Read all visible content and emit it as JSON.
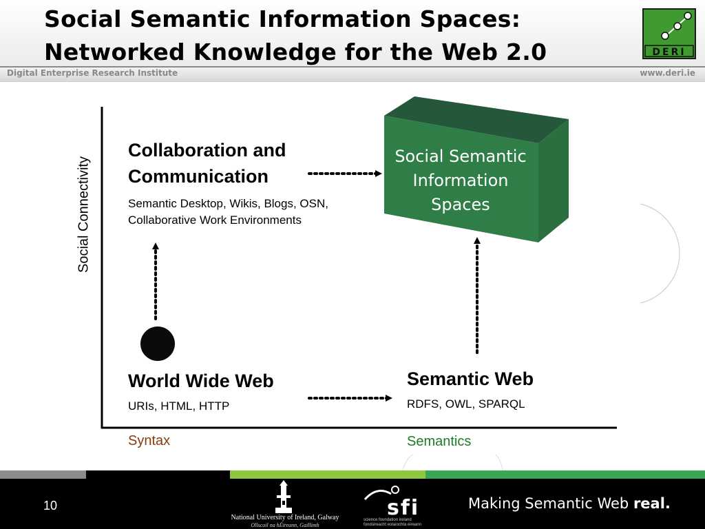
{
  "header": {
    "title_line1": "Social Semantic Information Spaces:",
    "title_line2": "Networked Knowledge for the Web 2.0",
    "institute": "Digital Enterprise Research Institute",
    "url": "www.deri.ie",
    "logo_text": "DERI"
  },
  "diagram": {
    "y_axis_label": "Social Connectivity",
    "x_axis_labels": {
      "left": "Syntax",
      "right": "Semantics"
    },
    "nodes": {
      "collaboration": {
        "title_line1": "Collaboration and",
        "title_line2": "Communication",
        "desc_line1": "Semantic Desktop, Wikis, Blogs, OSN,",
        "desc_line2": "Collaborative Work Environments"
      },
      "www": {
        "title": "World Wide Web",
        "desc": "URIs, HTML, HTTP"
      },
      "semantic_web": {
        "title": "Semantic Web",
        "desc": "RDFS, OWL, SPARQL"
      },
      "sss": {
        "line1": "Social Semantic",
        "line2": "Information",
        "line3": "Spaces"
      }
    },
    "colors": {
      "box_front": "#2f7d47",
      "box_top": "#25573a",
      "box_side": "#2b6e3f",
      "syntax_label": "#8a3b0e",
      "semantics_label": "#1f7a2a"
    }
  },
  "footer": {
    "page_number": "10",
    "nuig_line1": "National University of Ireland, Galway",
    "nuig_line2": "Ollscoil na hÉireann, Gaillimh",
    "sfi_text": "sfi",
    "sfi_small": "science foundation ireland fondúireacht eolaíochta éireann",
    "tagline_text": "Making Semantic Web ",
    "tagline_bold": "real.",
    "bar_colors": [
      "#8c8c8c",
      "#000000",
      "#8dc63f",
      "#3aa655"
    ]
  }
}
